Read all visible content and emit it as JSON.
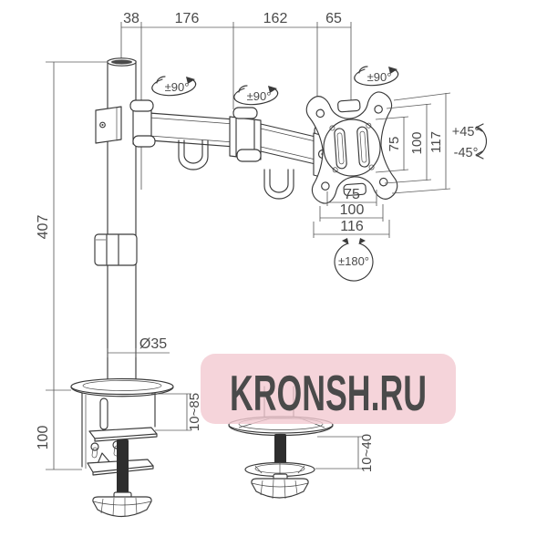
{
  "labels": {
    "top_dims": [
      "38",
      "176",
      "162",
      "65"
    ],
    "pole_height": "407",
    "clamp_height": "100",
    "pole_diameter": "Ø35",
    "clamp_grip_range": "10~85",
    "grommet_grip_range": "10~40",
    "swivel_rotation": "±90°",
    "vesa_rotation": "±180°",
    "tilt_up": "+45°",
    "tilt_down": "-45°",
    "vesa_right_dims": [
      "75",
      "100",
      "117"
    ],
    "vesa_bottom_dims": [
      "75",
      "100",
      "116"
    ]
  },
  "watermark": {
    "text": "KRONSH.RU",
    "bg": "#f3c9d1",
    "fg": "#fdf5f6"
  },
  "colors": {
    "drawing_line": "#3a3a3a",
    "dimension_line": "#5b5b5b",
    "dimension_text": "#4a4a4a",
    "background": "#ffffff"
  }
}
